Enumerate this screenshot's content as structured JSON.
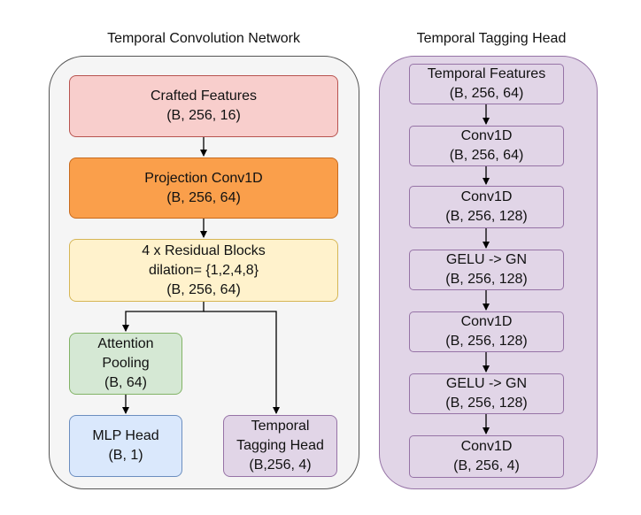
{
  "left": {
    "title": "Temporal Convolution Network",
    "crafted": {
      "line1": "Crafted Features",
      "line2": "(B, 256, 16)"
    },
    "projection": {
      "line1": "Projection Conv1D",
      "line2": "(B, 256, 64)"
    },
    "residual": {
      "line1": "4 x Residual Blocks",
      "line2": "dilation= {1,2,4,8}",
      "line3": "(B, 256, 64)"
    },
    "attention": {
      "line1": "Attention",
      "line2": "Pooling",
      "line3": "(B, 64)"
    },
    "mlp": {
      "line1": "MLP Head",
      "line2": "(B, 1)"
    },
    "tagging": {
      "line1": "Temporal",
      "line2": "Tagging Head",
      "line3": "(B,256, 4)"
    }
  },
  "right": {
    "title": "Temporal Tagging Head",
    "boxes": [
      {
        "line1": "Temporal Features",
        "line2": "(B, 256, 64)"
      },
      {
        "line1": "Conv1D",
        "line2": "(B, 256, 64)"
      },
      {
        "line1": "Conv1D",
        "line2": "(B, 256, 128)"
      },
      {
        "line1": "GELU -> GN",
        "line2": "(B, 256, 128)"
      },
      {
        "line1": "Conv1D",
        "line2": "(B, 256, 128)"
      },
      {
        "line1": "GELU -> GN",
        "line2": "(B, 256, 128)"
      },
      {
        "line1": "Conv1D",
        "line2": "(B, 256, 4)"
      }
    ]
  }
}
